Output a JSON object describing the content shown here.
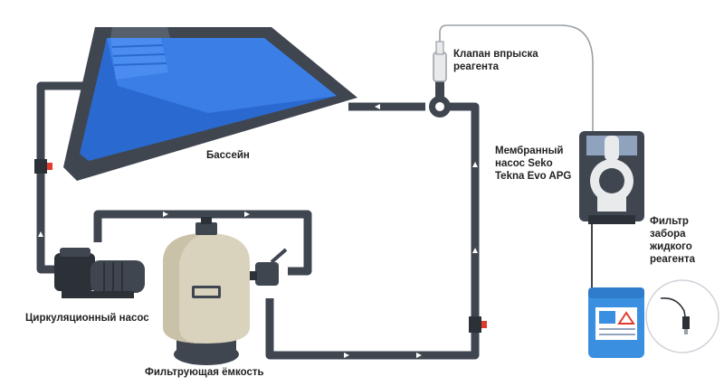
{
  "labels": {
    "pool": "Бассейн",
    "injection_valve": "Клапан впрыска\nреагента",
    "dosing_pump": "Мембранный\nнасос Seko\nTekna Evo APG",
    "suction_filter": "Фильтр\nзабора\nжидкого\nреагента",
    "circulation_pump": "Циркуляционный насос",
    "filter_tank": "Фильтрующая ёмкость"
  },
  "colors": {
    "pipe": "#3f4650",
    "pipe_dark": "#2c3138",
    "pool_rim": "#3f4650",
    "water": "#2f6fd6",
    "water_light": "#4a8cf0",
    "valve_red": "#e23b2e",
    "filter_body": "#d9d2bd",
    "canister": "#3a8fe0",
    "dosing_line": "#9aa0a6"
  },
  "icons": [
    "pool-icon",
    "circulation-pump-icon",
    "filter-tank-icon",
    "dosing-pump-icon",
    "canister-icon",
    "suction-filter-icon",
    "injection-valve-icon",
    "ball-valve-icon"
  ]
}
